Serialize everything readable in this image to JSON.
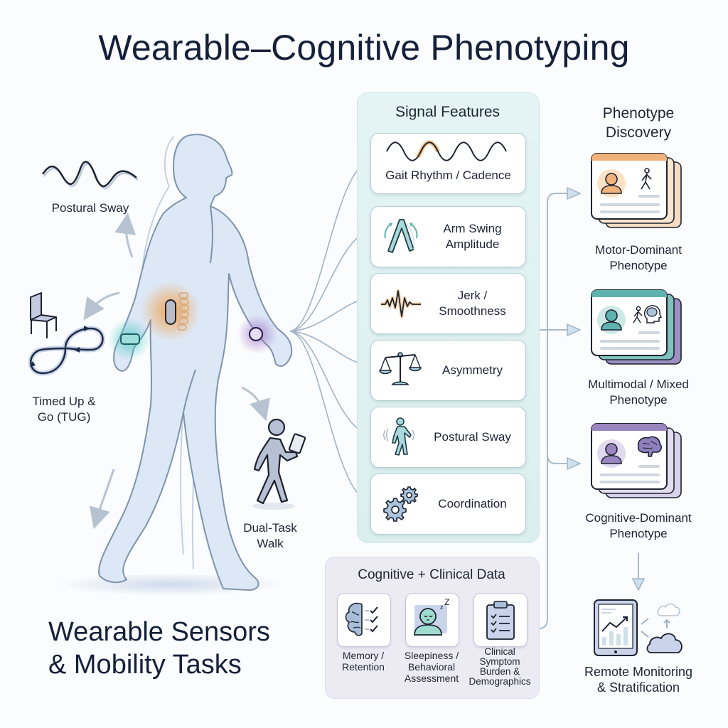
{
  "title": "Wearable–Cognitive Phenotyping",
  "left_section": {
    "heading_line1": "Wearable Sensors",
    "heading_line2": "& Mobility Tasks",
    "tasks": [
      {
        "id": "postural-sway",
        "label": "Postural Sway"
      },
      {
        "id": "tug",
        "label_line1": "Timed Up &",
        "label_line2": "Go (TUG)"
      },
      {
        "id": "dual-task",
        "label_line1": "Dual-Task",
        "label_line2": "Walk"
      }
    ],
    "sensors": [
      {
        "location": "left wrist",
        "color": "#3cc6c0"
      },
      {
        "location": "lower back",
        "color": "#f29a3c"
      },
      {
        "location": "right wrist",
        "color": "#9a6cc8"
      }
    ]
  },
  "signal_features": {
    "title": "Signal Features",
    "items": [
      {
        "label": "Gait Rhythm / Cadence",
        "icon": "sine-wave-icon"
      },
      {
        "label_line1": "Arm Swing",
        "label_line2": "Amplitude",
        "icon": "arm-swing-icon"
      },
      {
        "label_line1": "Jerk /",
        "label_line2": "Smoothness",
        "icon": "jerk-signal-icon"
      },
      {
        "label": "Asymmetry",
        "icon": "balance-scale-icon"
      },
      {
        "label": "Postural Sway",
        "icon": "swaying-person-icon"
      },
      {
        "label": "Coordination",
        "icon": "gears-icon"
      }
    ]
  },
  "cognitive_clinical": {
    "title": "Cognitive + Clinical Data",
    "items": [
      {
        "label_line1": "Memory /",
        "label_line2": "Retention",
        "icon": "brain-checklist-icon"
      },
      {
        "label_line1": "Sleepiness /",
        "label_line2": "Behavioral",
        "label_line3": "Assessment",
        "icon": "sleeping-person-icon"
      },
      {
        "label_line1": "Clinical",
        "label_line2": "Symptom",
        "label_line3": "Burden &",
        "label_line4": "Demographics",
        "icon": "clipboard-icon"
      }
    ]
  },
  "phenotype_discovery": {
    "title_line1": "Phenotype",
    "title_line2": "Discovery",
    "phenotypes": [
      {
        "label_line1": "Motor-Dominant",
        "label_line2": "Phenotype",
        "color": "#f0b27a"
      },
      {
        "label_line1": "Multimodal / Mixed",
        "label_line2": "Phenotype",
        "color": "#5fb3ae"
      },
      {
        "label_line1": "Cognitive-Dominant",
        "label_line2": "Phenotype",
        "color": "#9a86bf"
      }
    ]
  },
  "outcome": {
    "label_line1": "Remote Monitoring",
    "label_line2": "& Stratification",
    "icon": "tablet-cloud-icon"
  },
  "colors": {
    "connector": "#9fb3c4",
    "arrow_fill": "#cfe0ee",
    "body_fill": "#dde8f6",
    "body_stroke": "#7d93ad",
    "signal_panel": "#e0f2f2",
    "cognitive_panel": "#ecebf3"
  }
}
